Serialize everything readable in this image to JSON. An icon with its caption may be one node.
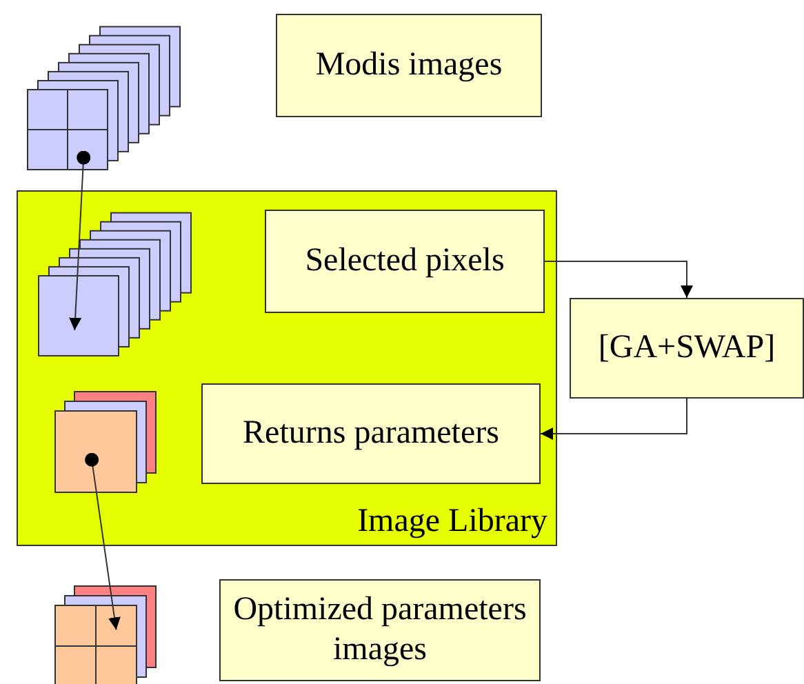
{
  "diagram": {
    "nodes": [
      {
        "text": [
          "Modis images"
        ]
      },
      {
        "text": [],
        "shape": "box"
      },
      {
        "text": [
          "Image Library"
        ]
      },
      {
        "text": [],
        "shape": "box",
        "in": 2
      },
      {
        "text": [
          "Selected pixels"
        ],
        "in": 2
      },
      {
        "text": [
          "Returns parameters"
        ],
        "in": 2
      },
      {
        "text": [],
        "shape": "box",
        "in": 2
      },
      {
        "text": [
          "[GA+SWAP]"
        ]
      },
      {
        "text": [],
        "shape": "box"
      },
      {
        "text": [
          "Optimized parameters images"
        ]
      }
    ],
    "edges": [
      {
        "from": 1,
        "to": 3,
        "arrow": "to"
      },
      {
        "from": 4,
        "to": 7,
        "arrow": "to"
      },
      {
        "from": 7,
        "to": 5,
        "arrow": "to"
      },
      {
        "from": 6,
        "to": 8,
        "arrow": "to"
      }
    ]
  }
}
